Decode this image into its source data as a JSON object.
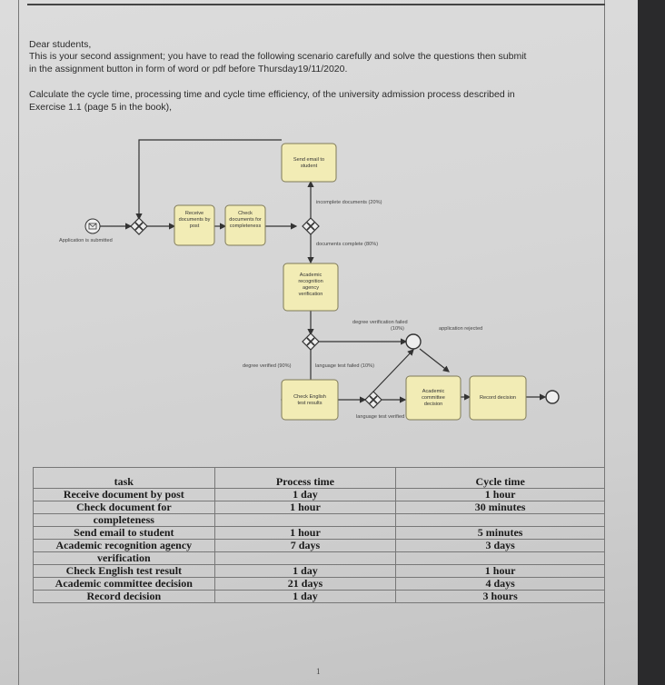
{
  "intro": {
    "greeting": "Dear students,",
    "line1": "This is your second assignment; you have to read the following scenario carefully and solve the questions then submit",
    "line2": "in the assignment button in form of word or pdf before Thursday19/11/2020.",
    "line3": "Calculate the cycle time, processing time and cycle time efficiency, of the university admission process described in",
    "line4": "Exercise 1.1 (page 5 in the book),"
  },
  "diagram": {
    "start_event_label": "Application is submitted",
    "tasks": {
      "receive": [
        "Receive",
        "documents by",
        "post"
      ],
      "check": [
        "Check",
        "documents for",
        "completeness"
      ],
      "send_email": [
        "Send email to",
        "student"
      ],
      "academic_recognition": [
        "Academic",
        "recognition",
        "agency",
        "verification"
      ],
      "check_english": [
        "Check English",
        "test results"
      ],
      "committee": [
        "Academic",
        "committee",
        "decision"
      ],
      "record": [
        "Record decision"
      ]
    },
    "flow_labels": {
      "incomplete": "incomplete documents (20%)",
      "complete": "documents complete (80%)",
      "degree_failed": "degree verification failed",
      "degree_failed_pct": "(10%)",
      "application_rejected": "application rejected",
      "degree_verified": "degree verified (90%)",
      "language_failed": "language test failed (10%)",
      "language_verified": "language test verified"
    },
    "colors": {
      "task_fill": "#f2ecb5",
      "task_stroke": "#7f7a58"
    }
  },
  "table": {
    "headers": {
      "task": "task",
      "process_time": "Process time",
      "cycle_time": "Cycle time"
    },
    "rows": [
      {
        "task": "Receive document by post",
        "process": "1 day",
        "cycle": "1 hour"
      },
      {
        "task": "Check document for",
        "process": "1 hour",
        "cycle": "30 minutes"
      },
      {
        "task": "completeness",
        "process": "",
        "cycle": ""
      },
      {
        "task": "Send email to student",
        "process": "1 hour",
        "cycle": "5 minutes"
      },
      {
        "task": "Academic recognition agency",
        "process": "7 days",
        "cycle": "3 days"
      },
      {
        "task": "verification",
        "process": "",
        "cycle": ""
      },
      {
        "task": "Check English test result",
        "process": "1 day",
        "cycle": "1 hour"
      },
      {
        "task": "Academic committee decision",
        "process": "21 days",
        "cycle": "4 days"
      },
      {
        "task": "Record decision",
        "process": "1 day",
        "cycle": "3 hours"
      }
    ]
  },
  "page_number": "1"
}
